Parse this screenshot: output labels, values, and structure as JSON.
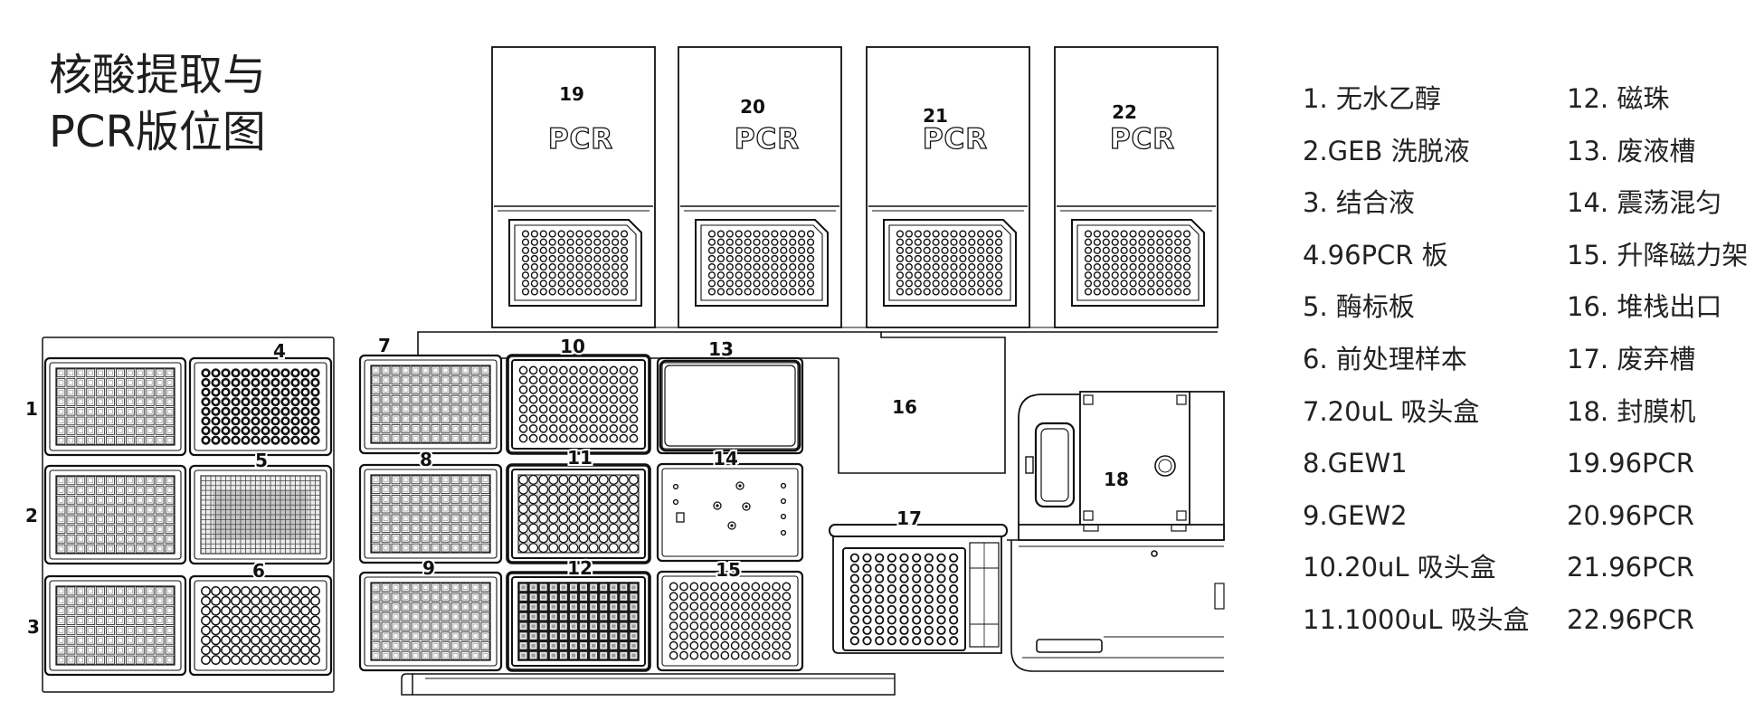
{
  "title": {
    "line1": "核酸提取与",
    "line2": "PCR版位图"
  },
  "deck": {
    "slot_labels": {
      "s1": "1",
      "s2": "2",
      "s3": "3",
      "s4": "4",
      "s5": "5",
      "s6": "6",
      "s7": "7",
      "s8": "8",
      "s9": "9",
      "s10": "10",
      "s11": "11",
      "s12": "12",
      "s13": "13",
      "s14": "14",
      "s15": "15",
      "s16": "16",
      "s17": "17",
      "s18": "18",
      "s19": "19",
      "s20": "20",
      "s21": "21",
      "s22": "22"
    },
    "pcr_module_text": [
      "PCR",
      "PCR",
      "PCR",
      "PCR"
    ]
  },
  "legend": {
    "column1": [
      "1. 无水乙醇",
      "2.GEB 洗脱液",
      "3. 结合液",
      "4.96PCR 板",
      "5. 酶标板",
      "6. 前处理样本",
      "7.20uL 吸头盒",
      "8.GEW1",
      "9.GEW2",
      "10.20uL 吸头盒",
      "11.1000uL 吸头盒"
    ],
    "column2": [
      "12. 磁珠",
      "13. 废液槽",
      "14. 震荡混匀",
      "15. 升降磁力架",
      "16. 堆栈出口",
      "17. 废弃槽",
      "18. 封膜机",
      "19.96PCR",
      "20.96PCR",
      "21.96PCR",
      "22.96PCR"
    ]
  }
}
